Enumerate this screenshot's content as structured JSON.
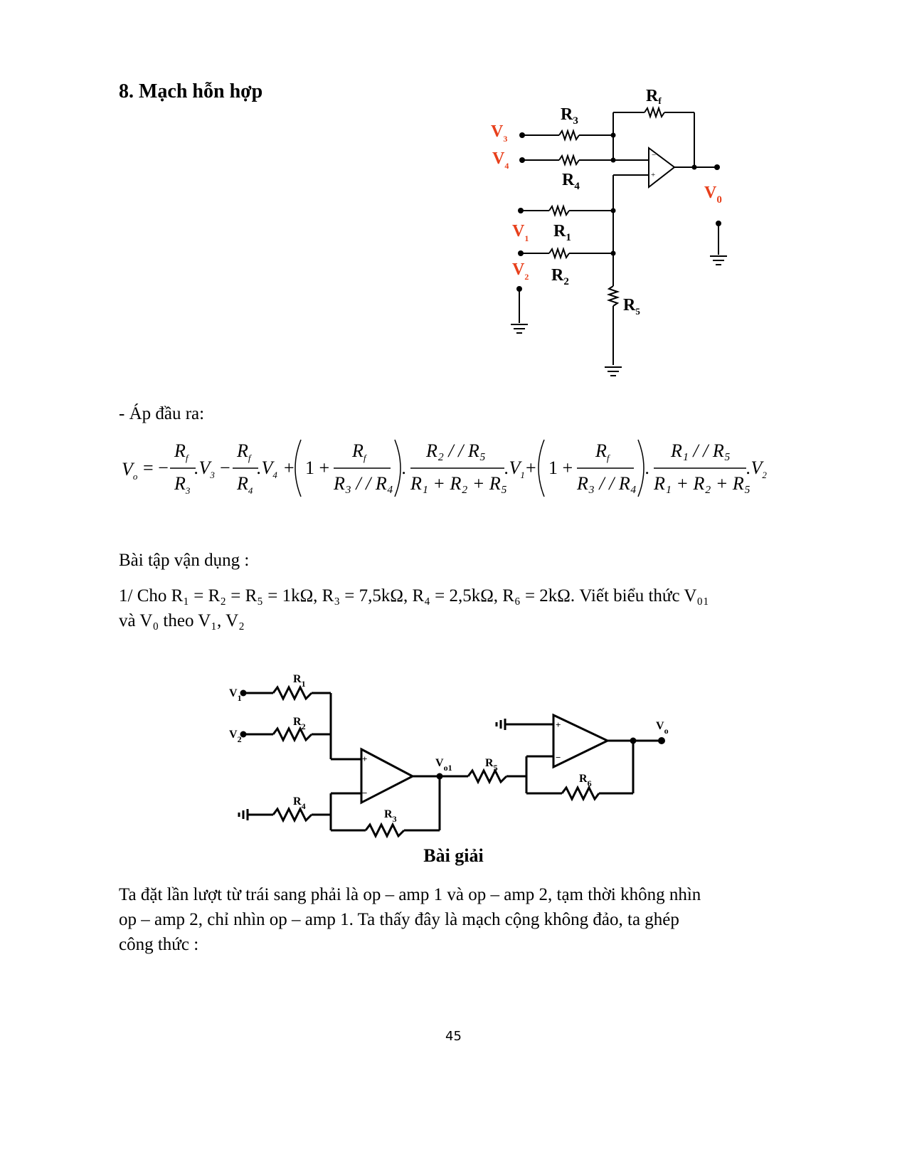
{
  "section_heading": "8. Mạch hỗn hợp",
  "diagram1": {
    "labels": {
      "rf": {
        "main": "R",
        "sub": "f"
      },
      "r3": {
        "main": "R",
        "sub": "3"
      },
      "r4": {
        "main": "R",
        "sub": "4"
      },
      "r1": {
        "main": "R",
        "sub": "1"
      },
      "r2": {
        "main": "R",
        "sub": "2"
      },
      "r5": {
        "main": "R",
        "sub": "5"
      },
      "v3": {
        "main": "V",
        "sub": "3"
      },
      "v4": {
        "main": "V",
        "sub": "4"
      },
      "v1": {
        "main": "V",
        "sub": "1"
      },
      "v2": {
        "main": "V",
        "sub": "2"
      },
      "vo": {
        "main": "V",
        "sub": "0"
      },
      "minus": "−",
      "plus": "+"
    },
    "colors": {
      "input_labels": "#e8401c",
      "wires": "#000000"
    }
  },
  "output_voltage_label": "- Áp đầu ra:",
  "formula": {
    "lhs": "V",
    "lhs_sub": "o",
    "eq": "= −",
    "t1": {
      "num": "R",
      "num_sub": "f",
      "den": "R",
      "den_sub": "3",
      "var": ".V",
      "var_sub": "3"
    },
    "minus": "−",
    "t2": {
      "num": "R",
      "num_sub": "f",
      "den": "R",
      "den_sub": "4",
      "var": ".V",
      "var_sub": "4"
    },
    "plus": "+",
    "one_plus": "1 +",
    "gain_num": "R",
    "gain_num_sub": "f",
    "gain_den": "R₃ / / R₄",
    "t3": {
      "num": "R₂ / / R₅",
      "den": "R₁ + R₂ + R₅",
      "var": ".V",
      "var_sub": "1"
    },
    "t4": {
      "num": "R₁ / / R₅",
      "den": "R₁ + R₂ + R₅",
      "var": ".V",
      "var_sub": "2"
    },
    "dot": "."
  },
  "exercise_title": "Bài tập vận dụng :",
  "exercise_text_line1": "1/ Cho R₁ = R₂ = R₅ = 1kΩ, R₃ = 7,5kΩ, R₄ = 2,5kΩ, R₆ = 2kΩ. Viết biểu thức V₀₁",
  "exercise_text_line2": "và V₀ theo V₁, V₂",
  "diagram2": {
    "labels": {
      "v1": {
        "main": "V",
        "sub": "1"
      },
      "v2": {
        "main": "V",
        "sub": "2"
      },
      "r1": {
        "main": "R",
        "sub": "1"
      },
      "r2": {
        "main": "R",
        "sub": "2"
      },
      "r3": {
        "main": "R",
        "sub": "3"
      },
      "r4": {
        "main": "R",
        "sub": "4"
      },
      "r5": {
        "main": "R",
        "sub": "5"
      },
      "r6": {
        "main": "R",
        "sub": "6"
      },
      "vo1": {
        "main": "V",
        "sub": "o1"
      },
      "vo": {
        "main": "V",
        "sub": "o"
      },
      "plus": "+",
      "minus": "−"
    }
  },
  "solution_title": "Bài giải",
  "solution_text": [
    "Ta đặt lần lượt từ trái sang phải là op – amp 1 và op – amp 2, tạm thời không nhìn",
    "op – amp 2, chỉ nhìn op – amp 1. Ta thấy đây là mạch cộng không đảo, ta ghép",
    "công thức :"
  ],
  "page_number": "45"
}
